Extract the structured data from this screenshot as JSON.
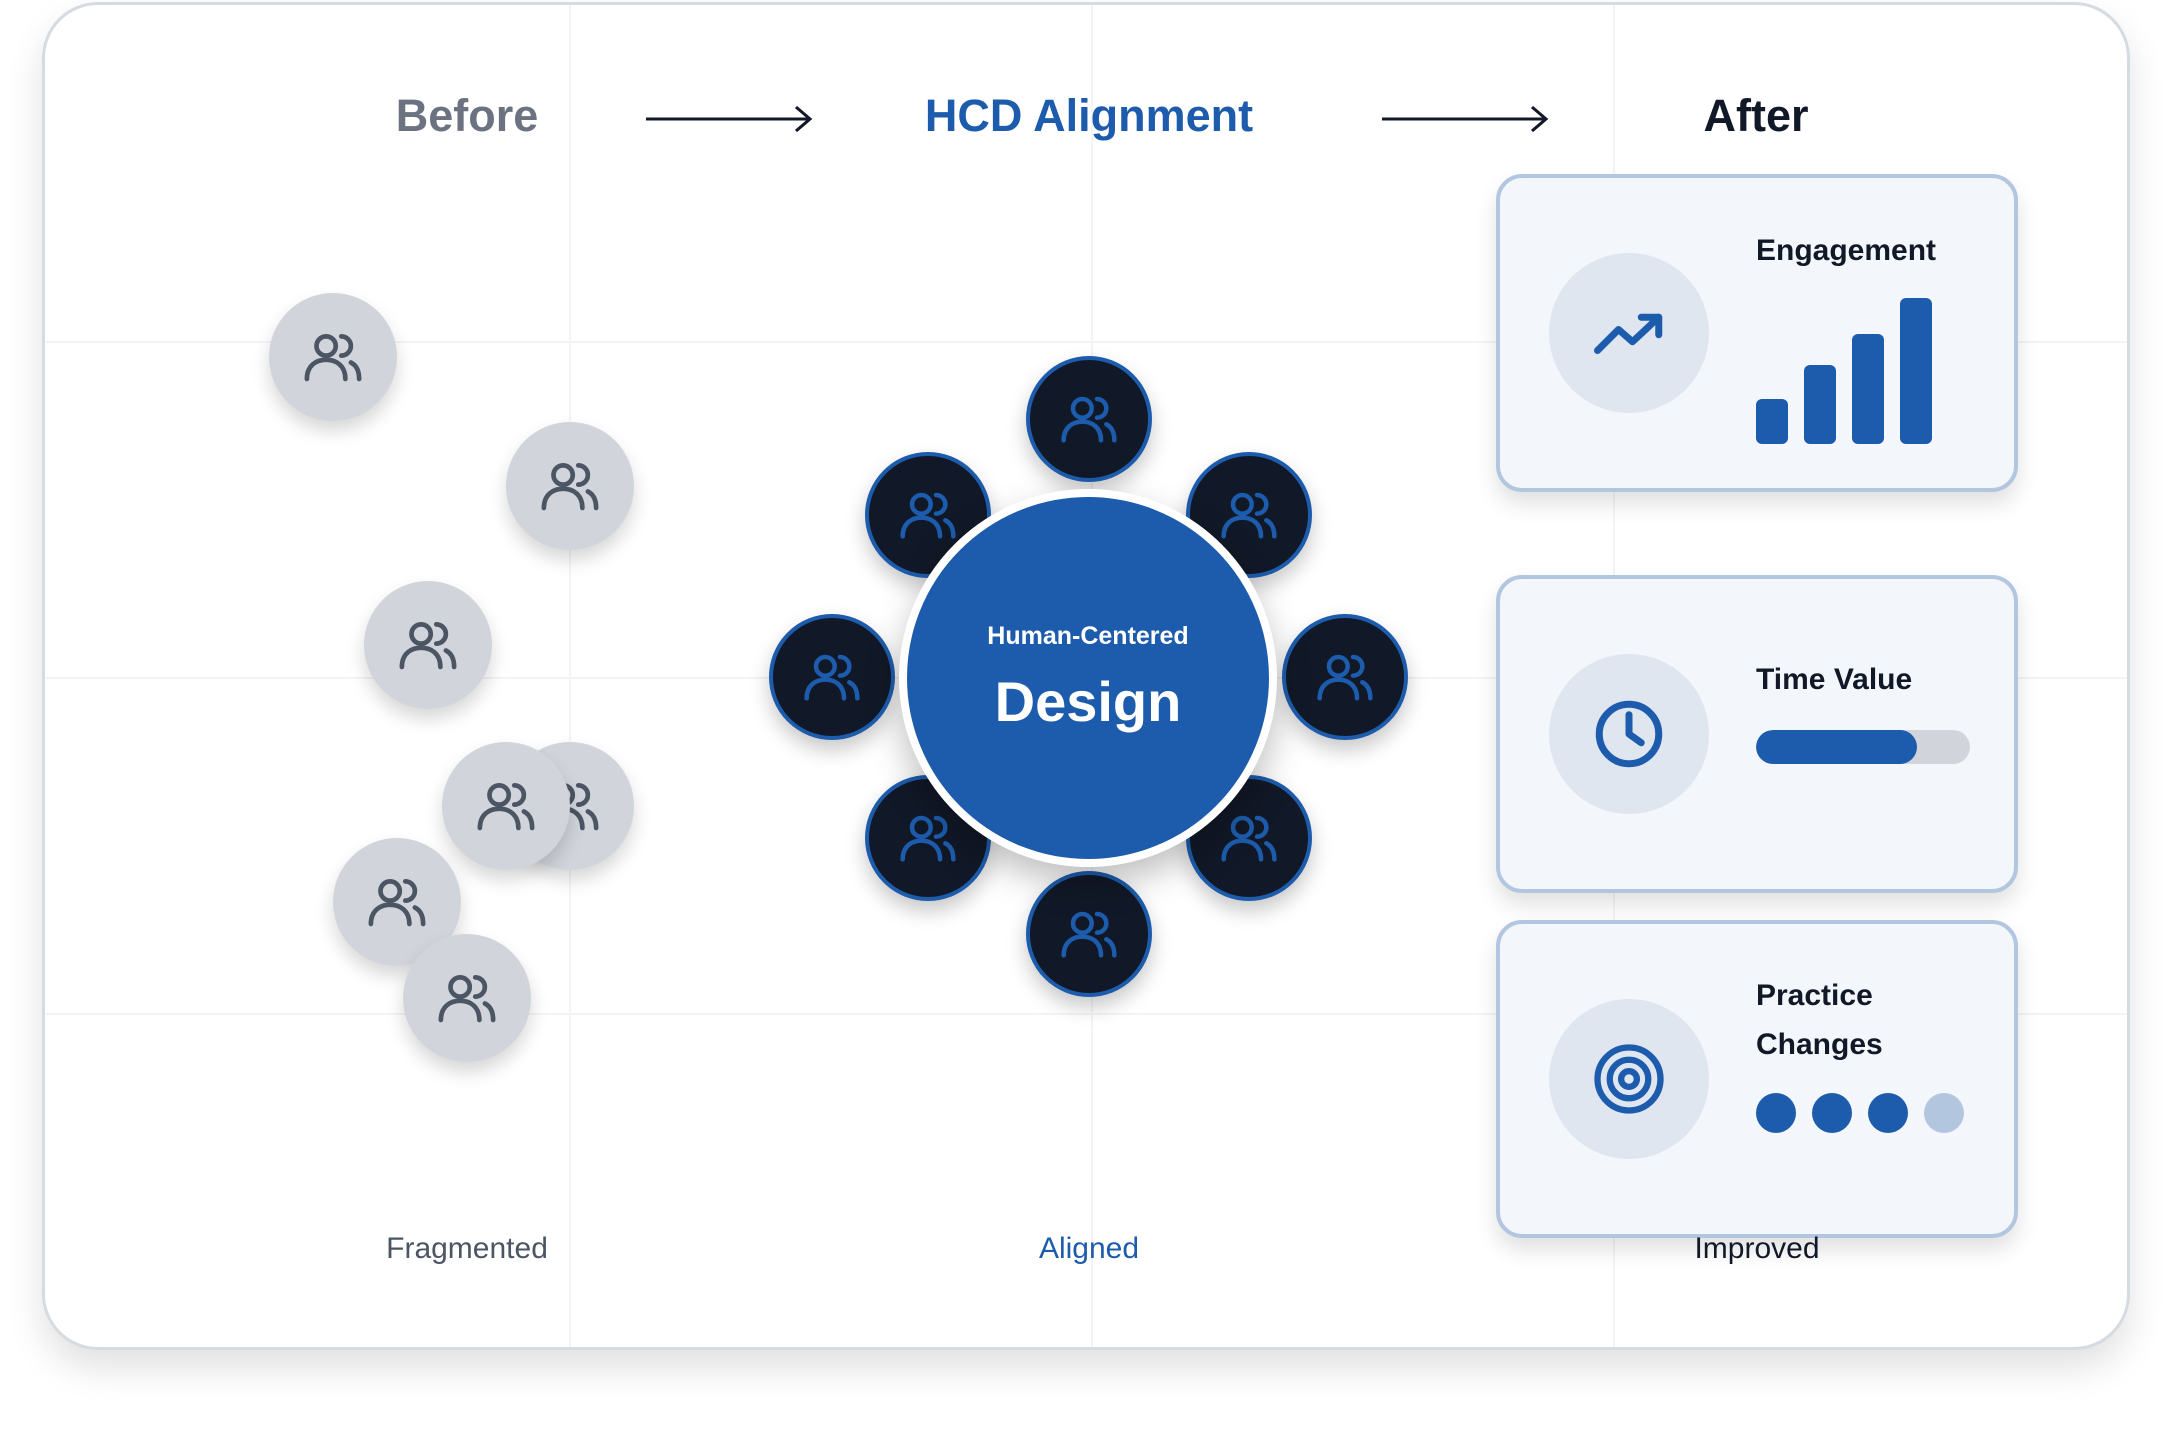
{
  "stages": {
    "before": {
      "title": "Before",
      "caption": "Fragmented"
    },
    "alignment": {
      "title": "HCD Alignment",
      "caption": "Aligned"
    },
    "after": {
      "title": "After",
      "caption": "Improved"
    }
  },
  "center": {
    "subtitle": "Human-Centered",
    "title": "Design"
  },
  "metrics": [
    {
      "label": "Engagement",
      "icon": "trending-up-icon",
      "bars": [
        0.31,
        0.54,
        0.75,
        1.0
      ]
    },
    {
      "label": "Time Value",
      "icon": "clock-icon",
      "progress": 0.75
    },
    {
      "label": "Practice Changes",
      "icon": "target-icon",
      "dots_filled": 3,
      "dots_total": 4
    }
  ],
  "colors": {
    "primary": "#1d5cac",
    "dark": "#111827",
    "muted": "#6b7280",
    "light": "#b3c6e0"
  }
}
